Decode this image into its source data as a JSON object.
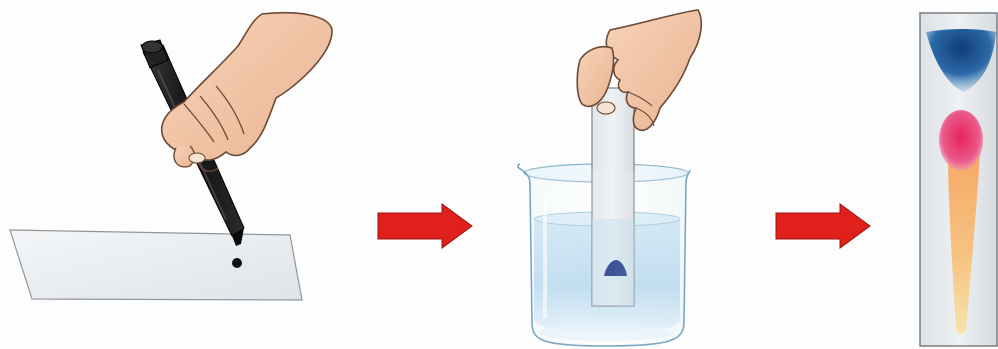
{
  "steps": [
    {
      "name": "mark-ink-dot",
      "depicts": [
        "hand",
        "marker-pen",
        "paper-strip",
        "ink-dot"
      ]
    },
    {
      "name": "dip-strip-in-water",
      "depicts": [
        "hand",
        "paper-strip",
        "glass-beaker",
        "water",
        "ink-spot"
      ]
    },
    {
      "name": "developed-chromatogram",
      "depicts": [
        "paper-strip",
        "blue-band",
        "magenta-band",
        "orange-streak"
      ]
    }
  ],
  "arrows": [
    {
      "from": "mark-ink-dot",
      "to": "dip-strip-in-water"
    },
    {
      "from": "dip-strip-in-water",
      "to": "developed-chromatogram"
    }
  ],
  "colors": {
    "arrow": "#e0201b",
    "ink_dot": "#111111",
    "ink_spot": "#2a3f8c",
    "blue_band": "#14427e",
    "magenta_band": "#e0306a",
    "orange_streak": "#f0a060",
    "water": "#bcdcf0",
    "paper": "#e9ecef",
    "skin": "#f3c6a6",
    "marker": "#1a1a1a"
  }
}
